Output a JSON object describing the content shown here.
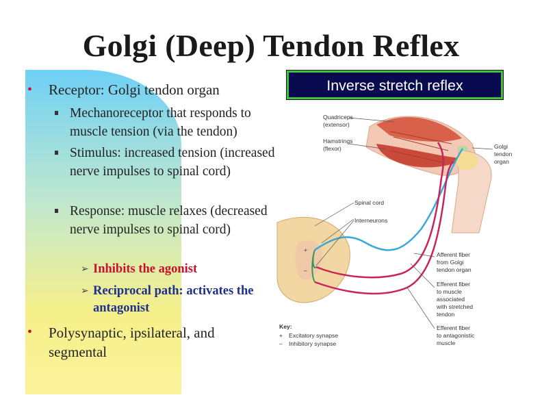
{
  "title": "Golgi (Deep) Tendon Reflex",
  "callout": "Inverse stretch reflex",
  "bullets": {
    "receptor": "Receptor: Golgi tendon organ",
    "mechanoreceptor": "Mechanoreceptor that responds to muscle tension (via the tendon)",
    "stimulus": "Stimulus: increased tension (increased nerve impulses to spinal cord)",
    "response": "Response: muscle relaxes (decreased nerve impulses to spinal cord)",
    "inhibits": "Inhibits the agonist",
    "reciprocal": "Reciprocal path: activates the antagonist",
    "polysynaptic": "Polysynaptic, ipsilateral, and segmental"
  },
  "diagram": {
    "quadriceps_1": "Quadriceps",
    "quadriceps_2": "(extensor)",
    "hamstrings_1": "Hamstrings",
    "hamstrings_2": "(flexor)",
    "golgi_1": "Golgi",
    "golgi_2": "tendon",
    "golgi_3": "organ",
    "spinal_cord": "Spinal cord",
    "interneurons": "Interneurons",
    "afferent_1": "Afferent fiber",
    "afferent_2": "from Golgi",
    "afferent_3": "tendon organ",
    "efferent_muscle_1": "Efferent fiber",
    "efferent_muscle_2": "to muscle",
    "efferent_muscle_3": "associated",
    "efferent_muscle_4": "with stretched",
    "efferent_muscle_5": "tendon",
    "efferent_antag_1": "Efferent fiber",
    "efferent_antag_2": "to antagonistic",
    "efferent_antag_3": "muscle",
    "key_title": "Key:",
    "key_plus": "+",
    "key_minus": "–",
    "key_excitatory": "Excitatory synapse",
    "key_inhibitory": "Inhibitory synapse",
    "synapse_plus": "+",
    "synapse_minus": "–"
  },
  "colors": {
    "title": "#1a1a1a",
    "bullet_red": "#c8102e",
    "agonist_text": "#c8102e",
    "reciprocal_text": "#1e2f8c",
    "callout_bg": "#0a0a50",
    "callout_border": "#3cc43c",
    "afferent_fiber": "#3aa8d8",
    "efferent_fiber": "#c8245a"
  }
}
